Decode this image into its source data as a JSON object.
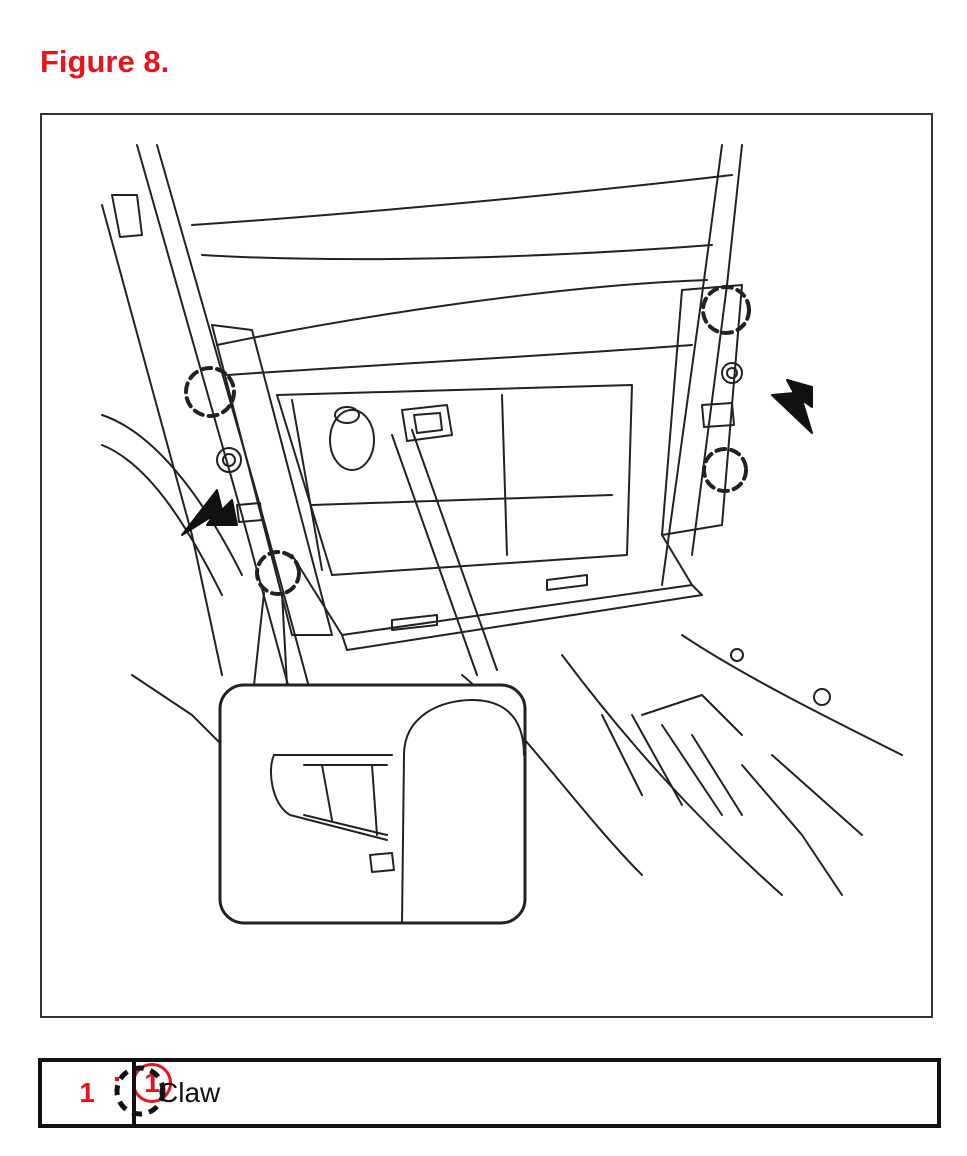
{
  "figure": {
    "title": "Figure 8."
  },
  "legend": {
    "symbol": "dashed-circle",
    "colon": ":",
    "number": "1"
  },
  "parts_table": {
    "rows": [
      {
        "number": "1",
        "name": "Claw"
      }
    ]
  },
  "colors": {
    "accent": "#e8141b",
    "line": "#222222"
  }
}
